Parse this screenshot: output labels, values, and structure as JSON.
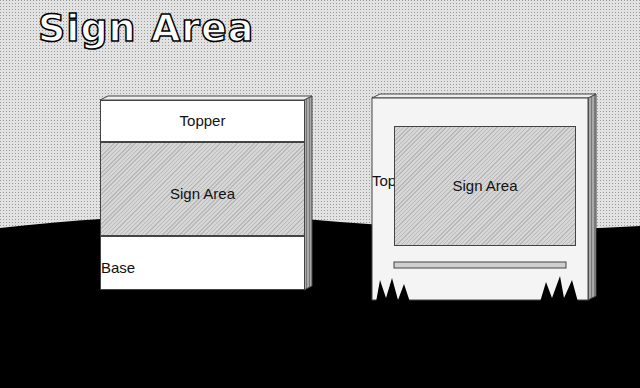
{
  "diagram": {
    "title": "Sign Area",
    "nodes": [
      {
        "text": [
          "Topper"
        ]
      },
      {
        "text": [
          "Sign Area"
        ]
      },
      {
        "text": [
          "Base"
        ]
      },
      {
        "text": [
          "Topper"
        ]
      },
      {
        "text": [
          "Sign Area"
        ],
        "in": 3
      }
    ]
  }
}
